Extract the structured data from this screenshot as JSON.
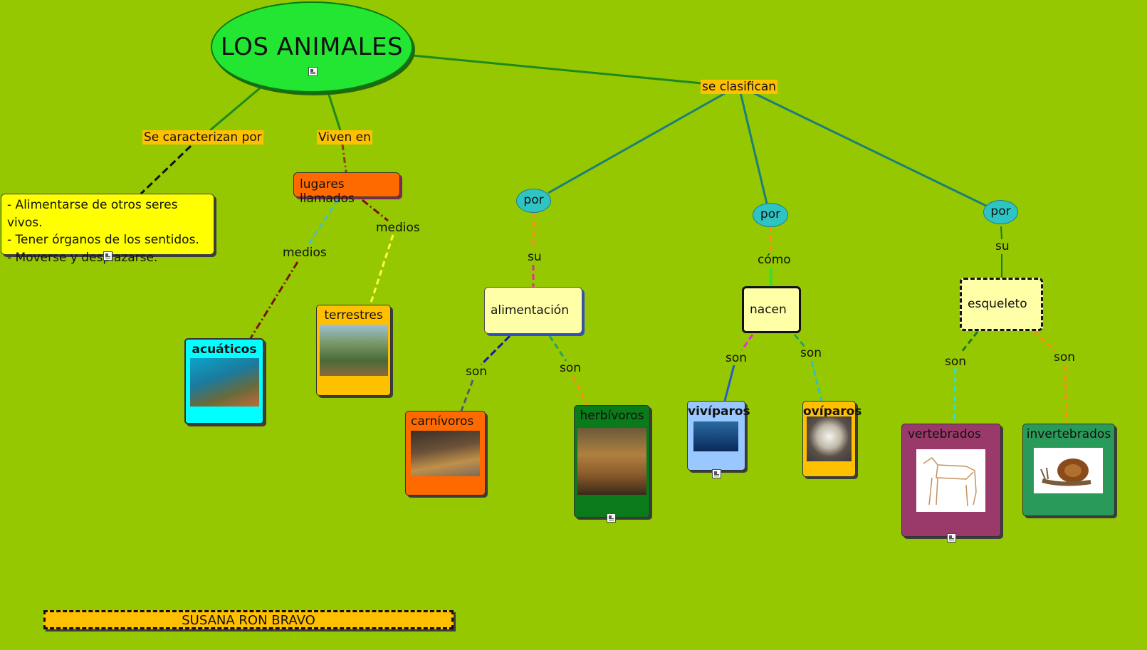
{
  "root": {
    "title": "LOS ANIMALES"
  },
  "links": {
    "se_caracterizan": "Se caracterizan por",
    "viven_en": "Viven en",
    "se_clasifican": "se clasifican",
    "medios_left": "medios",
    "medios_right": "medios",
    "su_1": "su",
    "como": "cómo",
    "su_2": "su",
    "son_carnivoros": "son",
    "son_herbivoros": "son",
    "son_viviparos": "son",
    "son_oviparos": "son",
    "son_vertebrados": "son",
    "son_invertebrados": "son"
  },
  "characteristics": [
    "- Alimentarse de otros seres vivos.",
    "- Tener órganos de los sentidos.",
    "- Moverse y desplazarse."
  ],
  "habitat": {
    "lugares": "lugares llamados",
    "acuaticos": "acuáticos",
    "terrestres": "terrestres"
  },
  "classification": {
    "por_1": "por",
    "por_2": "por",
    "por_3": "por",
    "alimentacion": "alimentación",
    "nacen": "nacen",
    "esqueleto": "esqueleto",
    "carnivoros": "carnívoros",
    "herbivoros": "herbívoros",
    "viviparos": "vivíparos",
    "oviparos": "ovíparos",
    "vertebrados": "vertebrados",
    "invertebrados": "invertebrados"
  },
  "author": "SUSANA RON BRAVO",
  "colors": {
    "background": "#95c800",
    "root": "#22e632",
    "link_label": "#ffc000",
    "por_oval": "#2fc4c4"
  }
}
